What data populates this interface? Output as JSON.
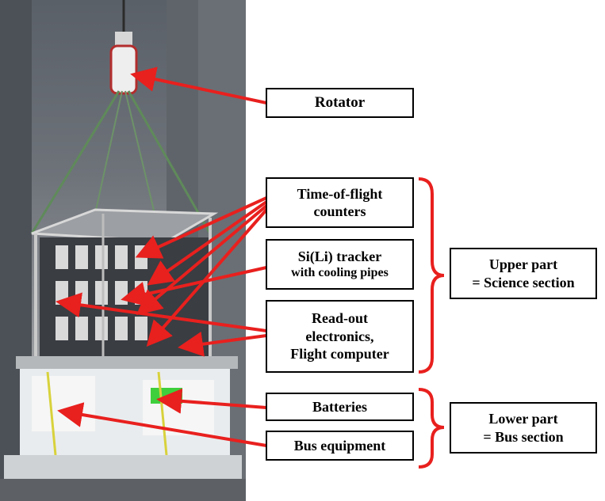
{
  "labels": {
    "rotator": "Rotator",
    "tof_line1": "Time-of-flight",
    "tof_line2": "counters",
    "tracker_line1": "Si(Li) tracker",
    "tracker_line2": "with cooling pipes",
    "readout_line1": "Read-out",
    "readout_line2": "electronics,",
    "readout_line3": "Flight computer",
    "batteries": "Batteries",
    "bus_equipment": "Bus equipment",
    "upper_line1": "Upper part",
    "upper_line2": "= Science section",
    "lower_line1": "Lower part",
    "lower_line2": "= Bus section"
  },
  "colors": {
    "arrow": "#e8201e",
    "bracket": "#e8201e"
  }
}
